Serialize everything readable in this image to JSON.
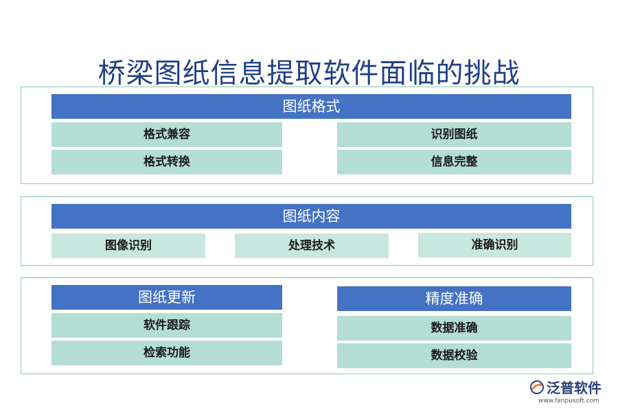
{
  "title": "桥梁图纸信息提取软件面临的挑战",
  "sections": {
    "format": {
      "header": "图纸格式",
      "items": [
        "格式兼容",
        "格式转换",
        "识别图纸",
        "信息完整"
      ]
    },
    "content": {
      "header": "图纸内容",
      "items": [
        "图像识别",
        "处理技术",
        "准确识别"
      ]
    },
    "update": {
      "header": "图纸更新",
      "items": [
        "软件跟踪",
        "检索功能"
      ]
    },
    "precision": {
      "header": "精度准确",
      "items": [
        "数据准确",
        "数据校验"
      ]
    }
  },
  "logo": {
    "name": "泛普软件",
    "url": "www.fanpusoft.com"
  },
  "colors": {
    "header": "#4472c4",
    "cell": "#b4ddd3",
    "border": "#8fc3b9",
    "title": "#1f3f87"
  }
}
